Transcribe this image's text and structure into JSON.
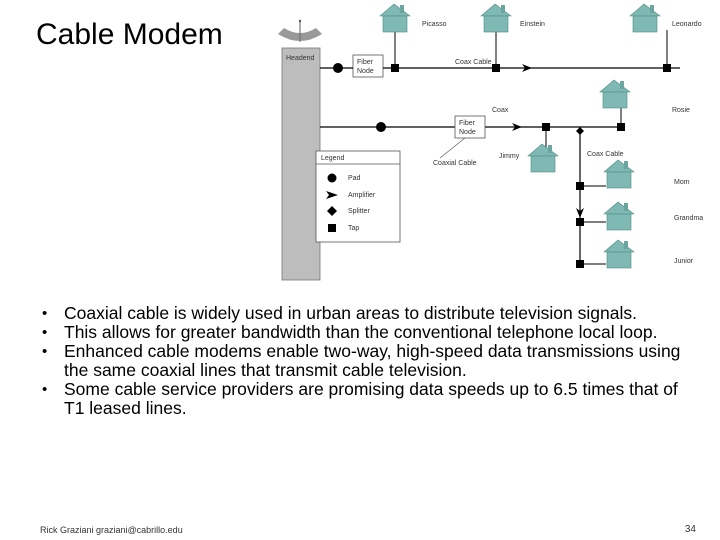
{
  "slide": {
    "title": "Cable Modem",
    "bullets": [
      "Coaxial cable is widely used in urban areas to distribute television signals.",
      "This allows for greater bandwidth than the conventional telephone local loop.",
      "Enhanced cable modems enable two-way, high-speed data transmissions using the same coaxial lines that transmit cable television.",
      "Some cable service providers are promising data speeds up to 6.5 times that of T1 leased lines."
    ],
    "footer_author": "Rick Graziani graziani@cabrillo.edu",
    "page_number": "34"
  },
  "diagram": {
    "headend_label": "Headend",
    "fiber_node_label": "Fiber Node",
    "coax_cable_label": "Coax Cable",
    "coax_label": "Coax",
    "coaxial_cable_label": "Coaxial Cable",
    "houses": {
      "picasso": "Picasso",
      "einstein": "Einstein",
      "leonardo": "Leonardo",
      "rosie": "Rosie",
      "jimmy": "Jimmy",
      "mom": "Mom",
      "grandma": "Grandma",
      "junior": "Junior"
    },
    "legend": {
      "title": "Legend",
      "items": [
        "Pad",
        "Amplifier",
        "Splitter",
        "Tap"
      ]
    }
  }
}
